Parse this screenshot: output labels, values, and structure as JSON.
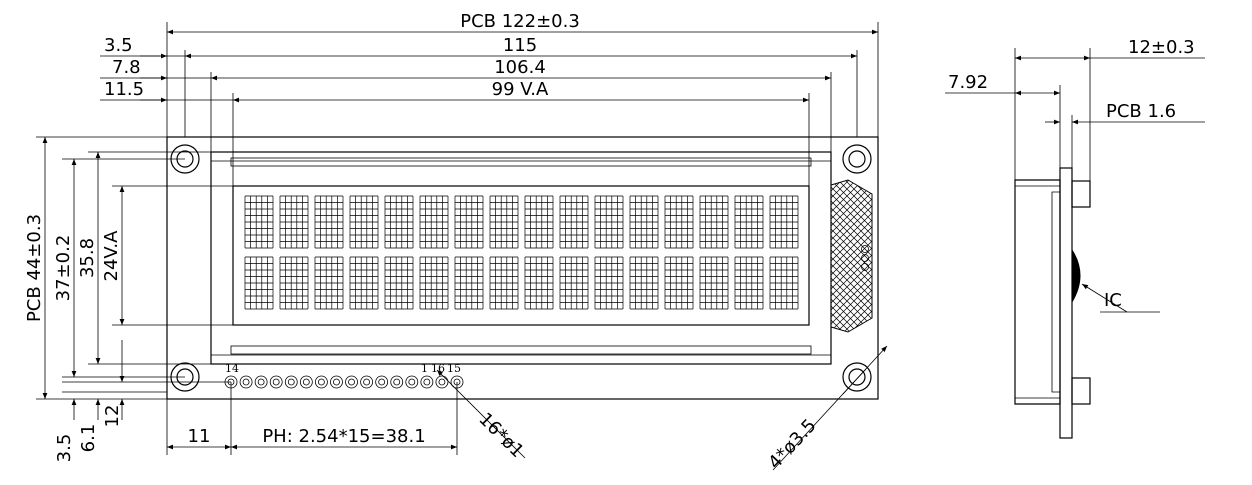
{
  "front_view": {
    "top_dims": [
      {
        "id": "pcb-width",
        "label": "PCB 122±0.3"
      },
      {
        "id": "hole-spacing",
        "label": "115"
      },
      {
        "id": "bezel-width",
        "label": "106.4"
      },
      {
        "id": "view-area-width",
        "label": "99 V.A"
      }
    ],
    "left_offsets": [
      "3.5",
      "7.8",
      "11.5"
    ],
    "left_dims": [
      {
        "id": "pcb-height",
        "label": "PCB 44±0.3"
      },
      {
        "id": "hole-spacing-v",
        "label": "37±0.2"
      },
      {
        "id": "bezel-height",
        "label": "35.8"
      },
      {
        "id": "view-area-height",
        "label": "24V.A"
      }
    ],
    "bottom_left_dims": [
      "3.5",
      "6.1",
      "12"
    ],
    "bottom_dims": {
      "left_offset": "11",
      "pitch": "PH: 2.54*15=38.1"
    },
    "pin_labels": {
      "left": "14",
      "mid_a": "1",
      "mid_b": "16",
      "right": "15"
    },
    "callouts": {
      "pins": "16*ø1",
      "holes": "4*ø3.5"
    },
    "display": {
      "rows": 2,
      "columns": 16
    }
  },
  "side_view": {
    "total_thickness": "12±0.3",
    "module_depth": "7.92",
    "pcb_thickness": "PCB 1.6",
    "ic_label": "IC"
  }
}
